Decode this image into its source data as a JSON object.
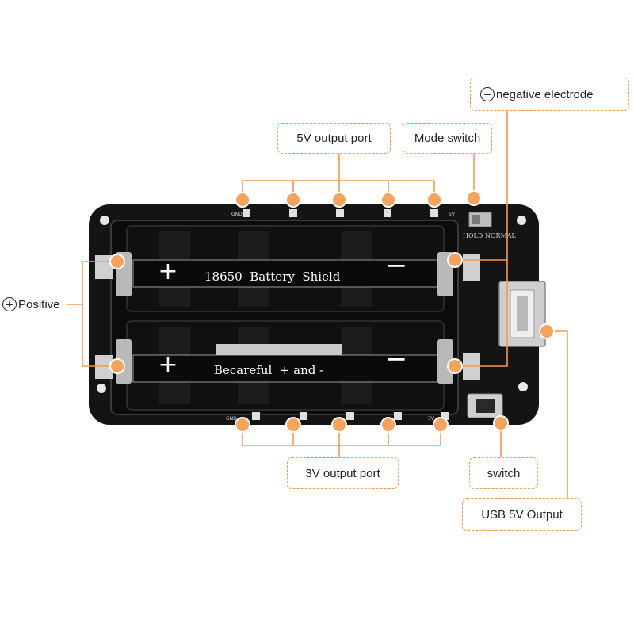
{
  "labels": {
    "negative_electrode": "negative electrode",
    "five_v_output_port": "5V output port",
    "mode_switch": "Mode switch",
    "positive": "Positive",
    "three_v_output_port": "3V output port",
    "switch": "switch",
    "usb_5v_output": "USB 5V Output"
  },
  "signs": {
    "minus": "−",
    "plus": "+"
  },
  "board": {
    "line1": "18650  Battery  Shield",
    "line2": "Becareful  + and -",
    "hold": "HOLD",
    "normal": "NORMAL",
    "pin_gnd": "GND",
    "pin_5v": "5V",
    "pin_3v": "3V",
    "battery_plus": "+",
    "battery_minus": "−"
  },
  "colors": {
    "accent": "#f39b4a",
    "marker": "#f7a35c",
    "board": "#141414",
    "holder": "#0b0b0b"
  }
}
